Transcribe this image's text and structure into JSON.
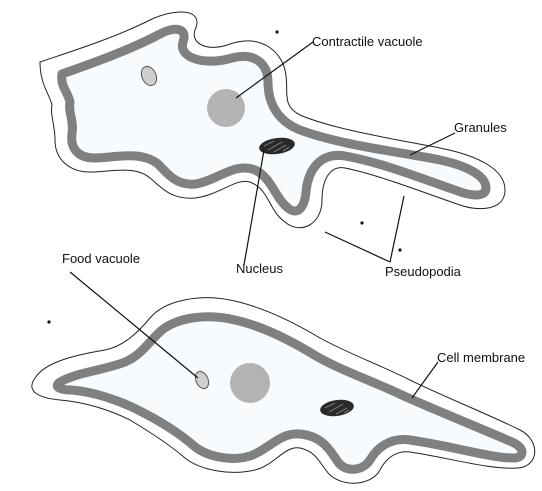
{
  "labels": {
    "contractile_vacuole": "Contractile vacuole",
    "granules": "Granules",
    "nucleus": "Nucleus",
    "pseudopodia": "Pseudopodia",
    "food_vacuole": "Food vacuole",
    "cell_membrane": "Cell membrane"
  },
  "colors": {
    "ectoplasm_band": "#808080",
    "contractile_vacuole": "#b3b3b3",
    "nucleus": "#2a2a2a",
    "outline": "#222222"
  }
}
